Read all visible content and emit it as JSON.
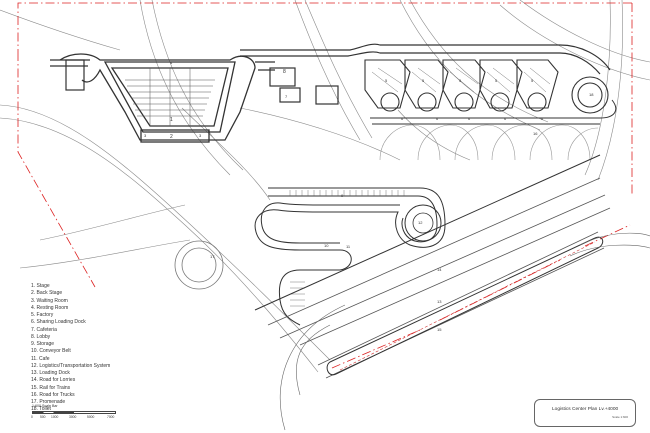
{
  "plan_title": "Logistics Center Plan Lv.+4000",
  "plan_scale": "Scale 1:600",
  "scale_bar": {
    "title": "1:600 Scale Bar",
    "ticks": [
      "0",
      "500",
      "1000",
      "3000",
      "5000",
      "7000"
    ]
  },
  "legend": [
    "1. Stage",
    "2. Back Stage",
    "3. Waiting Room",
    "4. Resting Room",
    "5. Factory",
    "6. Sharing Loading Dock",
    "7. Cafeteria",
    "8. Lobby",
    "9. Storage",
    "10. Conveyor Belt",
    "11. Cafe",
    "12. Logistics/Transportation System",
    "13. Loading Dock",
    "14. Road for Lorries",
    "15. Rail for Trains",
    "16. Road for Trucks",
    "17. Promenade",
    "18. Toilet"
  ],
  "plan_numbers": {
    "n1": "1",
    "n2": "2",
    "n3": "3",
    "n3b": "3",
    "n4": "4",
    "n5a": "5",
    "n5b": "5",
    "n5c": "5",
    "n5d": "5",
    "n5e": "5",
    "n6a": "6",
    "n6b": "6",
    "n6c": "6",
    "n6d": "6",
    "n6e": "6",
    "n7": "7",
    "n8": "8",
    "n9": "9",
    "n10": "10",
    "n11": "11",
    "n12": "12",
    "n13": "13",
    "n14": "14",
    "n15": "15",
    "n16": "16",
    "n17": "17",
    "n18": "18"
  }
}
